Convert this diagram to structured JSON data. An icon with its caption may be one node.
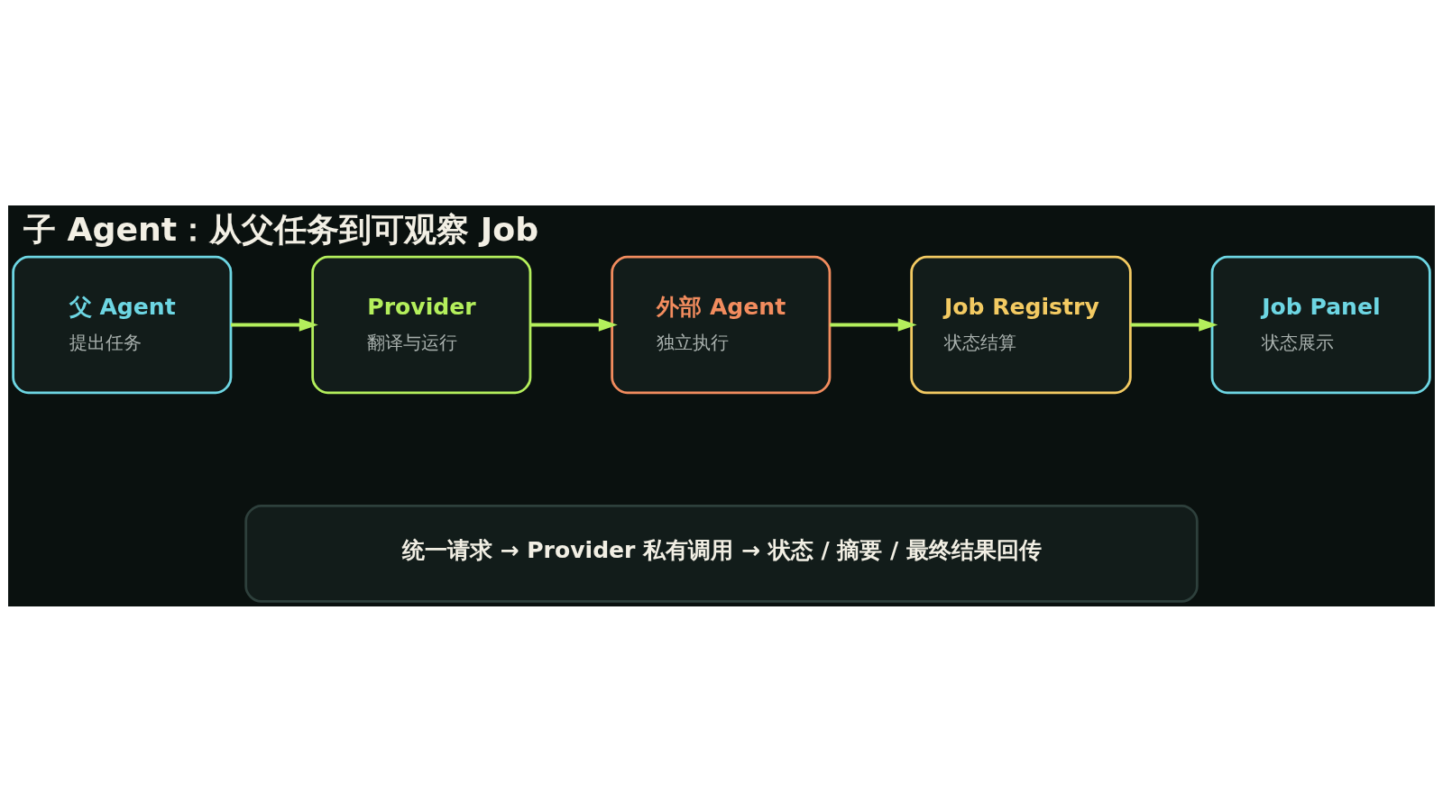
{
  "diagram": {
    "title": "子 Agent：从父任务到可观察 Job",
    "nodes": [
      {
        "text": [
          "父 Agent",
          "提出任务"
        ]
      },
      {
        "text": [
          "Provider",
          "翻译与运行"
        ]
      },
      {
        "text": [
          "外部 Agent",
          "独立执行"
        ]
      },
      {
        "text": [
          "Job Registry",
          "状态结算"
        ]
      },
      {
        "text": [
          "Job Panel",
          "状态展示"
        ]
      },
      {
        "text": [
          "统一请求 → Provider 私有调用 → 状态 / 摘要 / 最终结果回传"
        ]
      }
    ],
    "edges": [
      {
        "from": 0,
        "to": 1,
        "arrow": "to"
      },
      {
        "from": 1,
        "to": 2,
        "arrow": "to"
      },
      {
        "from": 2,
        "to": 3,
        "arrow": "to"
      },
      {
        "from": 3,
        "to": 4,
        "arrow": "to"
      }
    ]
  }
}
